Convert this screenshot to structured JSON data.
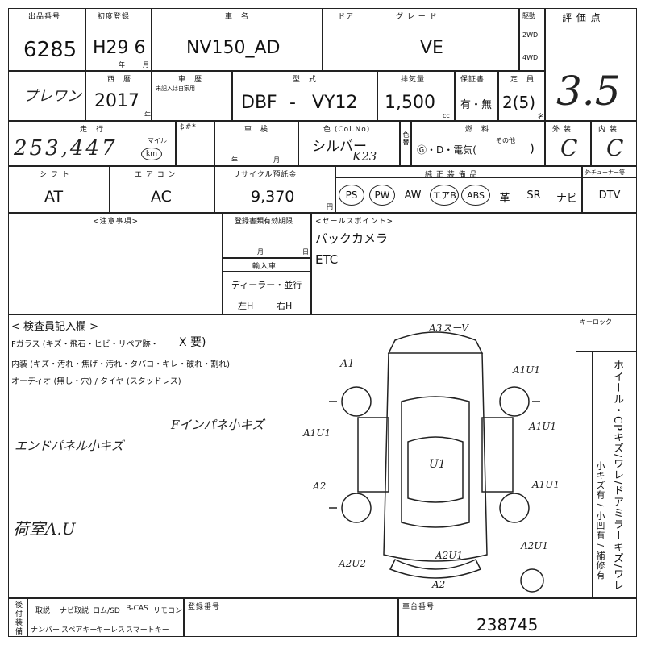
{
  "row1": {
    "lot_header": "出品番号",
    "lot": "6285",
    "reg_header": "初度登録",
    "reg": "H29 6",
    "reg_year_unit": "年",
    "reg_month_unit": "月",
    "model_header": "車　名",
    "model": "NV150_AD",
    "door_header": "ドア",
    "grade_header": "グ レ ー ド",
    "grade": "VE",
    "drive_header": "駆動",
    "drive_2wd": "2WD",
    "drive_4wd": "4WD",
    "score_header": "評 価 点",
    "score": "3.5"
  },
  "row2": {
    "handwritten_note": "プレワン",
    "year_header": "西　暦",
    "year": "2017",
    "year_unit": "年",
    "history_header": "車　歴",
    "history_note": "未記入は自家用",
    "type_header": "型　式",
    "type_prefix": "DBF",
    "type_dash": "-",
    "type_code": "VY12",
    "displacement_header": "排気量",
    "displacement": "1,500",
    "displacement_unit": "cc",
    "warranty_header": "保証書",
    "warranty": "有・無",
    "capacity_header": "定　員",
    "capacity": "2(5)",
    "capacity_unit": "名"
  },
  "row3": {
    "mileage_header": "走　行",
    "mileage": "253,447",
    "mileage_mile": "マイル",
    "mileage_km": "km",
    "extra_header": "$#*",
    "inspection_header": "車　検",
    "inspection_year_unit": "年",
    "inspection_month_unit": "月",
    "color_header": "色 (Col.No)",
    "color": "シルバー",
    "color_code": "K23",
    "color_change_label": "色替",
    "fuel_header": "燃　料",
    "fuel_options": "Ⓖ・D・電気(",
    "fuel_other": "その他",
    "fuel_close": ")",
    "exterior_header": "外 装",
    "exterior": "C",
    "interior_header": "内 装",
    "interior": "C"
  },
  "row4": {
    "shift_header": "シ フ ト",
    "shift": "AT",
    "ac_header": "エ ア コ ン",
    "ac": "AC",
    "recycle_header": "リサイクル預託金",
    "recycle": "9,370",
    "recycle_unit": "円",
    "equipment_header": "純 正 装 備 品",
    "tuner_header": "外チューナー等",
    "equipment": [
      "PS",
      "PW",
      "AW",
      "エアB",
      "ABS",
      "革",
      "SR",
      "ナビ",
      "DTV"
    ]
  },
  "notes": {
    "caution_header": "<注意事項>",
    "deadline_header": "登録書類有効期限",
    "deadline_month": "月",
    "deadline_day": "日",
    "import_header": "輸入車",
    "import_dealer": "ディーラー・並行",
    "import_left": "左H",
    "import_right": "右H",
    "sales_header": "<セールスポイント>",
    "sales_points": [
      "バックカメラ",
      "ETC"
    ]
  },
  "inspector": {
    "header": "< 検査員記入欄 >",
    "glass_line": "Fガラス (キズ・飛石・ヒビ・リペア跡・",
    "glass_mark": "X 要)",
    "interior_line": "内装 (キズ・汚れ・焦げ・汚れ・タバコ・キレ・破れ・割れ)",
    "audio_line": "オーディオ (無し・穴) / タイヤ (スタッドレス)",
    "hw_panel": "Fインパネ小キズ",
    "hw_end_panel": "エンドパネル小キズ",
    "hw_cargo": "荷室A.U"
  },
  "diagram": {
    "marks": [
      "A3スーV",
      "A1",
      "A1U1",
      "A1U1",
      "A1U1",
      "U1",
      "A1U1",
      "A2",
      "A2U1",
      "A2U2",
      "A2U1",
      "A2"
    ]
  },
  "side": {
    "keylock_header": "キーロック",
    "vertical_text": "ホイール・CPキズ/ワレ/ドアミラーキズ/ワレ",
    "vertical_text2": "小キズ有 / 小凹有 / 補修有"
  },
  "bottom": {
    "side_label": "後付装備",
    "items_top": [
      "取説",
      "ナビ取説",
      "ロム/SD",
      "B-CAS",
      "リモコン"
    ],
    "items_bottom": [
      "ナンバー",
      "スペアキー",
      "キーレス",
      "スマートキー"
    ],
    "reg_no_header": "登録番号",
    "chassis_header": "車台番号",
    "chassis": "238745"
  }
}
